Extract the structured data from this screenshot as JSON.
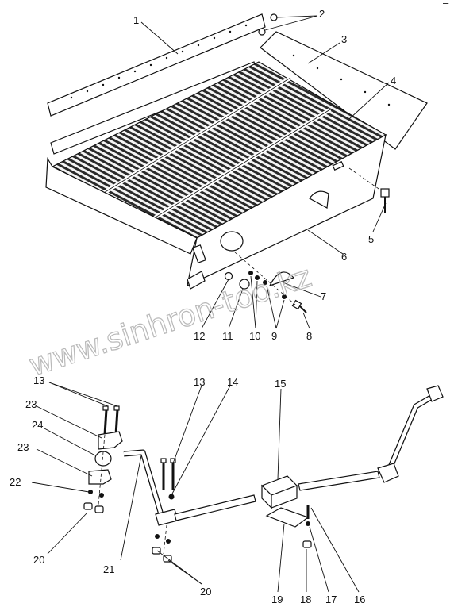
{
  "watermark": "www.sinhron-too.kz",
  "callouts": [
    "1",
    "2",
    "3",
    "4",
    "5",
    "6",
    "7",
    "8",
    "9",
    "10",
    "11",
    "12",
    "13",
    "13",
    "14",
    "15",
    "16",
    "17",
    "18",
    "19",
    "20",
    "20",
    "21",
    "22",
    "23",
    "23",
    "24"
  ],
  "corner_mark": "–"
}
